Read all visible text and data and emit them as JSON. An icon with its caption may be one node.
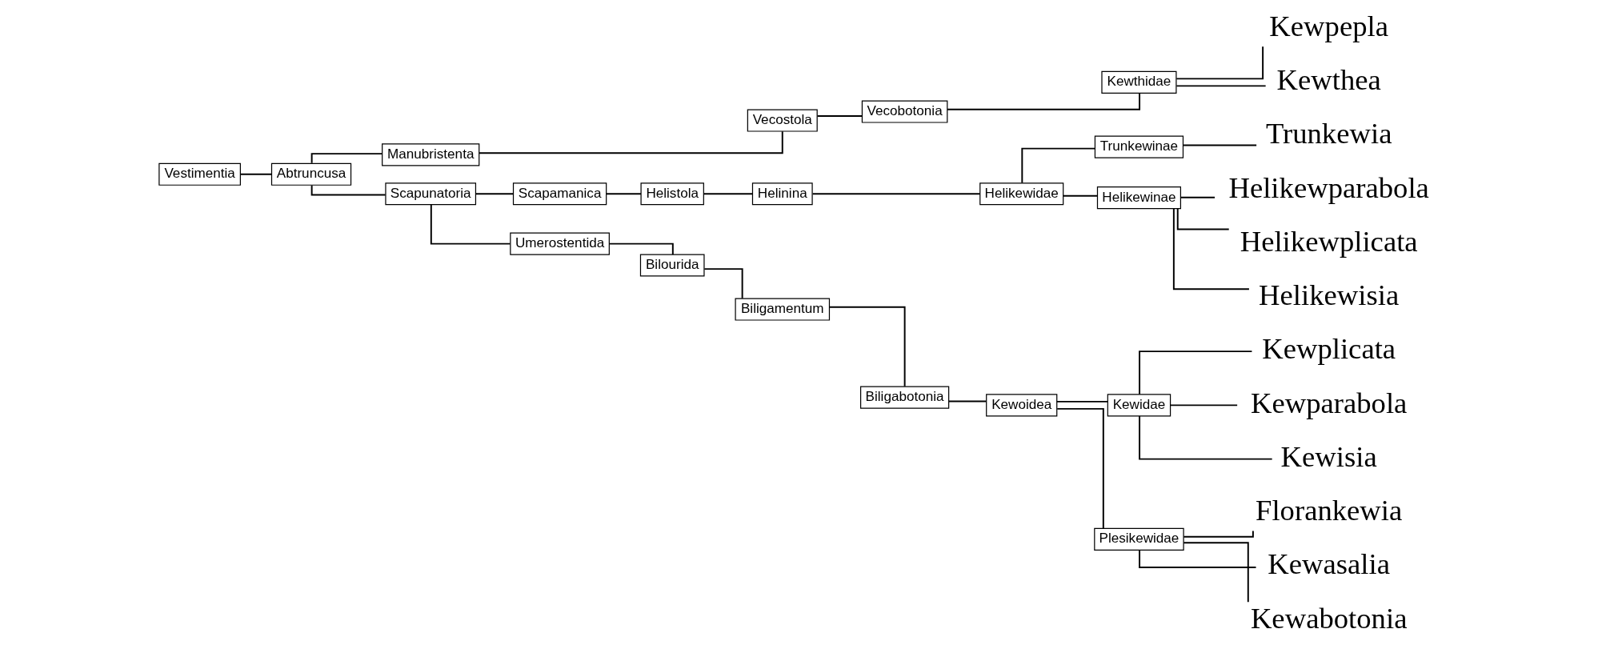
{
  "diagram": {
    "nodes": [
      {
        "text": [
          "Vestimentia"
        ]
      },
      {
        "text": [
          "Abtruncusa"
        ]
      },
      {
        "text": [
          "Manubristenta"
        ]
      },
      {
        "text": [
          "Vecostola"
        ]
      },
      {
        "text": [
          "Vecobotonia"
        ]
      },
      {
        "text": [
          "Kewthidae"
        ]
      },
      {
        "text": [
          "Kewpepla"
        ]
      },
      {
        "text": [
          "Kewthea"
        ]
      },
      {
        "text": [
          "Scapunatoria"
        ]
      },
      {
        "text": [
          "Scapamanica"
        ]
      },
      {
        "text": [
          "Helistola"
        ]
      },
      {
        "text": [
          "Helinina"
        ]
      },
      {
        "text": [
          "Helikewidae"
        ]
      },
      {
        "text": [
          "Trunkewinae"
        ]
      },
      {
        "text": [
          "Trunkewia"
        ]
      },
      {
        "text": [
          "Helikewinae"
        ]
      },
      {
        "text": [
          "Helikewparabola"
        ]
      },
      {
        "text": [
          "Helikewplicata"
        ]
      },
      {
        "text": [
          "Helikewisia"
        ]
      },
      {
        "text": [
          "Umerostentida"
        ]
      },
      {
        "text": [
          "Bilourida"
        ]
      },
      {
        "text": [
          "Biligamentum"
        ]
      },
      {
        "text": [
          "Biligabotonia"
        ]
      },
      {
        "text": [
          "Kewoidea"
        ]
      },
      {
        "text": [
          "Kewidae"
        ]
      },
      {
        "text": [
          "Kewplicata"
        ]
      },
      {
        "text": [
          "Kewparabola"
        ]
      },
      {
        "text": [
          "Kewisia"
        ]
      },
      {
        "text": [
          "Plesikewidae"
        ]
      },
      {
        "text": [
          "Florankewia"
        ]
      },
      {
        "text": [
          "Kewasalia"
        ]
      },
      {
        "text": [
          "Kewabotonia"
        ]
      }
    ],
    "edges": [
      {
        "from": 0,
        "to": 1,
        "arrow": "none"
      },
      {
        "from": 1,
        "to": 2,
        "arrow": "none"
      },
      {
        "from": 2,
        "to": 3,
        "arrow": "none"
      },
      {
        "from": 3,
        "to": 4,
        "arrow": "none"
      },
      {
        "from": 4,
        "to": 5,
        "arrow": "none"
      },
      {
        "from": 5,
        "to": 6,
        "arrow": "none"
      },
      {
        "from": 5,
        "to": 7,
        "arrow": "none"
      },
      {
        "from": 1,
        "to": 8,
        "arrow": "none"
      },
      {
        "from": 8,
        "to": 9,
        "arrow": "none"
      },
      {
        "from": 9,
        "to": 10,
        "arrow": "none"
      },
      {
        "from": 10,
        "to": 11,
        "arrow": "none"
      },
      {
        "from": 11,
        "to": 12,
        "arrow": "none"
      },
      {
        "from": 12,
        "to": 13,
        "arrow": "none"
      },
      {
        "from": 13,
        "to": 14,
        "arrow": "none"
      },
      {
        "from": 12,
        "to": 15,
        "arrow": "none"
      },
      {
        "from": 15,
        "to": 16,
        "arrow": "none"
      },
      {
        "from": 15,
        "to": 17,
        "arrow": "none"
      },
      {
        "from": 15,
        "to": 18,
        "arrow": "none"
      },
      {
        "from": 8,
        "to": 19,
        "arrow": "none"
      },
      {
        "from": 19,
        "to": 20,
        "arrow": "none"
      },
      {
        "from": 20,
        "to": 21,
        "arrow": "none"
      },
      {
        "from": 21,
        "to": 22,
        "arrow": "none"
      },
      {
        "from": 22,
        "to": 23,
        "arrow": "none"
      },
      {
        "from": 23,
        "to": 24,
        "arrow": "none"
      },
      {
        "from": 24,
        "to": 25,
        "arrow": "none"
      },
      {
        "from": 24,
        "to": 26,
        "arrow": "none"
      },
      {
        "from": 24,
        "to": 27,
        "arrow": "none"
      },
      {
        "from": 23,
        "to": 28,
        "arrow": "none"
      },
      {
        "from": 28,
        "to": 29,
        "arrow": "none"
      },
      {
        "from": 28,
        "to": 30,
        "arrow": "none"
      },
      {
        "from": 28,
        "to": 31,
        "arrow": "none"
      }
    ]
  }
}
